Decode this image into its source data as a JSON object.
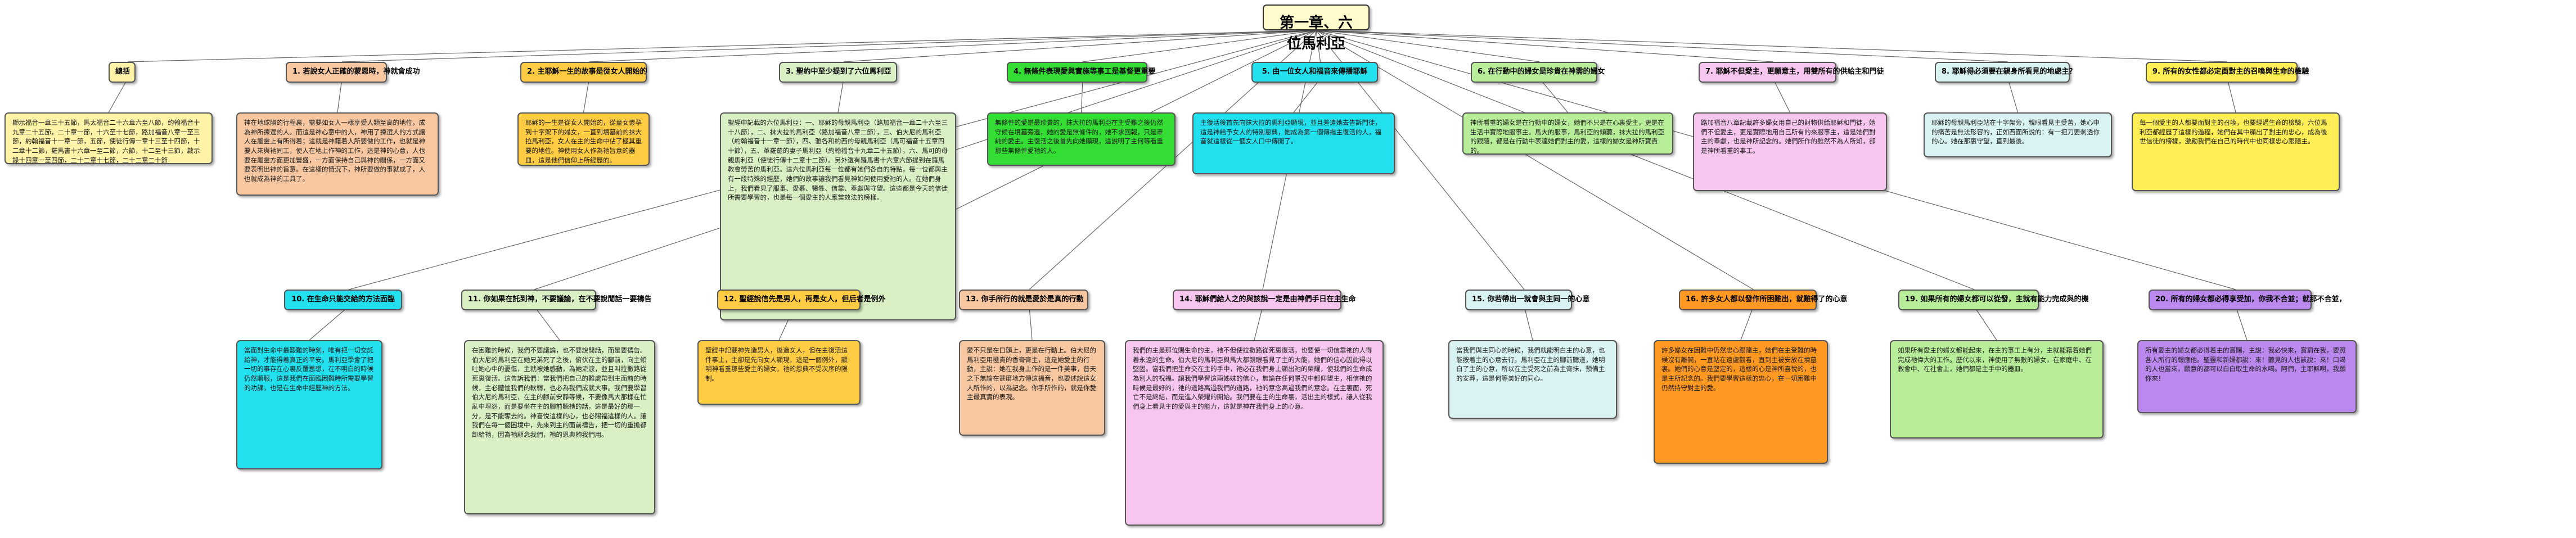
{
  "root": {
    "title": "第一章、六位馬利亞",
    "color": "#fffbcc"
  },
  "branches": [
    {
      "id": "intro",
      "title": "總括",
      "color": "#fff3a8",
      "body": "顯示福音一章三十五節，馬太福音二十六章六至八節，約翰福音十九章二十五節，二十章一節，十六至十七節，路加福音八章一至三節，約翰福音十一章一節，五節，使徒行傳一章十三至十四節，十二章十二節，羅馬書十六章一至二節，六節，十二至十三節，啟示錄十四章一至四節，二十二章十七節，二十二章二十節"
    },
    {
      "id": "b1",
      "title": "1. 若說女人正確的蒙恩時，神就會成功",
      "color": "#f6c7a0",
      "body": "神在地球隕的行程裏，需要如女人一樣享受人類至高的地位，成為神所揀選的人。而這是神心意中的人，神用了揀選人的方式讓人在屬靈上有所得着；這就是神藉着人所要做的工作，也就是神要人來與衪同工，使人在地上作神的工作，這是神的心意，人也要在屬靈方面更加豐盛，一方面保持自己與神的關係，一方面又要表明出神的旨意。在這樣的情況下，神所要做的事就成了，人也就成為神的工具了。"
    },
    {
      "id": "b2",
      "title": "2. 主耶穌一生的故事是從女人開始的",
      "color": "#ffcc44",
      "body": "耶穌的一生是從女人開始的，從童女懷孕到十字架下的婦女，一直到墳墓前的抹大拉馬利亞，女人在主的生命中佔了極其重要的地位。神使用女人作為祂旨意的器皿，這是他們信仰上所經歷的。"
    },
    {
      "id": "b3",
      "title": "3. 聖約中至少提到了六位馬利亞",
      "color": "#d9f0c4",
      "body": "聖經中記載的六位馬利亞：一、耶穌的母親馬利亞（路加福音一章二十六至三十八節），二、抹大拉的馬利亞（路加福音八章二節），三、伯大尼的馬利亞（約翰福音十一章一節），四、雅各和約西的母親馬利亞（馬可福音十五章四十節），五、革羅罷的妻子馬利亞（約翰福音十九章二十五節），六、馬可的母親馬利亞（使徒行傳十二章十二節）。另外還有羅馬書十六章六節提到在羅馬教會勞苦的馬利亞。這六位馬利亞每一位都有她們各自的特點，每一位都與主有一段特殊的經歷，她們的故事讓我們看見神如何使用愛祂的人。在她們身上，我們看見了服事、愛慕、犧牲、信靠、奉獻與守望。這些都是今天的信徒所需要學習的，也是每一個愛主的人應當效法的榜樣。"
    },
    {
      "id": "b4",
      "title": "4. 無條件表現愛與實施等事工是基督更重要",
      "color": "#33dd33",
      "body": "無條件的愛是最珍貴的，抹大拉的馬利亞在主受難之後仍然守候在墳墓旁邊，她的愛是無條件的，她不求回報，只是單純的愛主。主復活之後首先向她顯現，這說明了主何等看重那些無條件愛祂的人。"
    },
    {
      "id": "b5",
      "title": "5. 由一位女人和福音來傳播耶穌",
      "color": "#22e0ee",
      "body": "主復活後首先向抹大拉的馬利亞顯現，並且差遣她去告訴門徒，這是神給予女人的特別恩典，她成為第一個傳揚主復活的人，福音就這樣從一個女人口中傳開了。"
    },
    {
      "id": "b6",
      "title": "6. 在行動中的婦女是珍貴在神需的婦女",
      "color": "#b8ee99",
      "body": "神所看重的婦女是在行動中的婦女，她們不只是在心裏愛主，更是在生活中實際地服事主。馬大的服事，馬利亞的傾聽，抹大拉的馬利亞的跟隨，都是在行動中表達她們對主的愛，這樣的婦女是神所寶貴的。"
    },
    {
      "id": "b7",
      "title": "7. 耶穌不但愛主，更願意主，用雙所有的供給主和門徒",
      "color": "#f7c6ee",
      "body": "路加福音八章記載許多婦女用自己的財物供給耶穌和門徒，她們不但愛主，更是實際地用自己所有的來服事主，這是她們對主的奉獻，也是神所記念的。她們所作的雖然不為人所知，卻是神所看重的事工。"
    },
    {
      "id": "b8",
      "title": "8. 耶穌得必須要在親身所看見的地處主？",
      "color": "#d9f3f3",
      "body": "耶穌的母親馬利亞站在十字架旁，親眼看見主受苦，她心中的痛苦是無法形容的，正如西面所說的：有一把刀要刺透你的心。她在那裏守望，直到最後。"
    },
    {
      "id": "b9",
      "title": "9. 所有的女性都必定面對主的召喚與生命的檢驗",
      "color": "#ffee55",
      "body": "每一個愛主的人都要面對主的召喚，也要經過生命的檢驗，六位馬利亞都經歷了這樣的過程，她們在其中顯出了對主的忠心，成為後世信徒的榜樣，激勵我們在自己的時代中也同樣忠心跟隨主。"
    },
    {
      "id": "b10",
      "title": "10. 在生命只能交給的方法面臨",
      "color": "#22e0ee",
      "body": "當面對生命中最艱難的時刻，唯有把一切交託給神，才能得着真正的平安。馬利亞學會了把一切的事存在心裏反覆思想，在不明白的時候仍然順服，這是我們在面臨困難時所需要學習的功課，也是在生命中經歷神的方法。"
    },
    {
      "id": "b11",
      "title": "11. 你如果在託到神，不要議論，在不要說閒話一要禱告",
      "color": "#d9f0c4",
      "body": "在困難的時候，我們不要議論，也不要說閒話，而是要禱告。伯大尼的馬利亞在她兄弟死了之後，俯伏在主的腳前，向主傾吐她心中的憂傷，主就被她感動，為她流淚，並且叫拉撒路從死裏復活。這告訴我們：當我們把自己的難處帶到主面前的時候，主必體恤我們的軟弱，也必為我們成就大事。我們要學習伯大尼的馬利亞，在主的腳前安靜等候，不要像馬大那樣在忙亂中埋怨，而是要坐在主的腳前聽祂的話，這是最好的那一分，是不能奪去的。神喜悅這樣的心，也必賜福這樣的人。讓我們在每一個困境中，先來到主的面前禱告，把一切的重擔都卸給祂，因為祂顧念我們，祂的恩典夠我們用。"
    },
    {
      "id": "b12",
      "title": "12. 聖經說信先是男人，再是女人，但后者是例外",
      "color": "#ffcc44",
      "body": "聖經中記載神先造男人，後造女人，但在主復活這件事上，主卻是先向女人顯現，這是一個例外，顯明神看重那些愛主的婦女，祂的恩典不受次序的限制。"
    },
    {
      "id": "b13",
      "title": "13. 你手所行的就是愛於是真的行動",
      "color": "#f6c7a0",
      "body": "愛不只是在口頭上，更是在行動上。伯大尼的馬利亞用極貴的香膏膏主，這是她愛主的行動，主說：她在我身上作的是一件美事，普天之下無論在甚麼地方傳這福音，也要述說這女人所作的，以為記念。你手所作的，就是你愛主最真實的表現。"
    },
    {
      "id": "b14",
      "title": "14. 耶穌們給人之的與該說一定是由神們手日在主生命",
      "color": "#f7c6ee",
      "body": "我們的主是那位賜生命的主，祂不但使拉撒路從死裏復活，也要使一切信靠祂的人得着永遠的生命。伯大尼的馬利亞與馬大都親眼看見了主的大能，她們的信心因此得以堅固。當我們把生命交在主的手中，祂必在我們身上顯出祂的榮耀，使我們的生命成為別人的祝福。讓我們學習這兩姊妹的信心，無論在任何景況中都仰望主，相信祂的時候是最好的，祂的道路高過我們的道路，祂的意念高過我們的意念。在主裏面，死亡不是終結，而是進入榮耀的開始。我們要在主的生命裏，活出主的樣式，讓人從我們身上看見主的愛與主的能力，這就是神在我們身上的心意。"
    },
    {
      "id": "b15",
      "title": "15. 你若帶出一就會與主同一的心意",
      "color": "#d9f3f3",
      "body": "當我們與主同心的時候，我們就能明白主的心意，也能按着主的心意去行。馬利亞在主的腳前聽道，她明白了主的心意，所以在主受死之前為主膏抹，預備主的安葬，這是何等美好的同心。"
    },
    {
      "id": "b16",
      "title": "16. 許多女人都以發作所困難出，就難得了的心意",
      "color": "#ff9922",
      "body": "許多婦女在困難中仍然忠心跟隨主，她們在主受難的時候沒有離開，一直站在遠處觀看，直到主被安放在墳墓裏。她們的心意是堅定的，這樣的心是神所喜悅的，也是主所記念的。我們要學習這樣的忠心，在一切困難中仍然持守對主的愛。"
    },
    {
      "id": "b17",
      "title": "19. 如果所有的婦女都可以從發，主就有能力完成與的機",
      "color": "#b8ee99",
      "body": "如果所有愛主的婦女都能起來，在主的事工上有分，主就能藉着她們完成祂偉大的工作。歷代以來，神使用了無數的婦女，在家庭中、在教會中、在社會上，她們都是主手中的器皿。"
    },
    {
      "id": "b18",
      "title": "20. 所有的婦女都必得享受加，你我不合並；就那不合並，",
      "color": "#bb88ee",
      "body": "所有愛主的婦女都必得着主的賞賜，主說：我必快來，賞罰在我，要照各人所行的報應他。聖靈和新婦都說：來！聽見的人也該說：來！口渴的人也當來，願意的都可以白白取生命的水喝。阿們，主耶穌啊，我願你來！"
    }
  ]
}
